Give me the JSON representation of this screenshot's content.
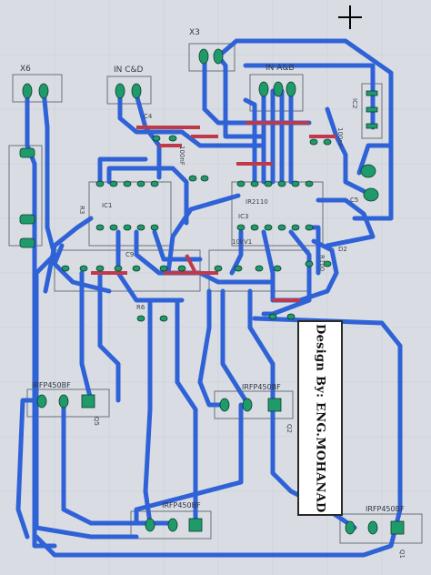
{
  "labels": {
    "x3": "X3",
    "x6": "X6",
    "in_cd": "IN C&D",
    "in_ab": "IN A&B",
    "ic2": "IC2",
    "ic1": "IC1",
    "ic3": "IC3",
    "ir2110": "IR2110",
    "cap_100nf": "100nF",
    "cap_100nf_2": "100nF",
    "c4": "C4",
    "c5": "C5",
    "c9": "C9",
    "r3": "R3",
    "r6": "R6",
    "d2": "D2",
    "r100": "R100",
    "r10kv1": "10kV1"
  },
  "mosfets": {
    "q_left": {
      "part": "IRFP450BF",
      "ref": "Q5"
    },
    "q_right": {
      "part": "IRFP450BF",
      "ref": "Q2"
    },
    "q_bottom": {
      "part": "IRFP450BF",
      "ref": ""
    },
    "q_corner": {
      "part": "IRFP450BF",
      "ref": "Q1"
    }
  },
  "credit": "Design By: ENG.MOHANAD",
  "colors": {
    "board": "#d9dde3",
    "trace": "#2f62d6",
    "trace_red": "#c0394b",
    "pad": "#1f9a6b",
    "pad_hole": "#0e3d2c",
    "silkscreen": "#6a6f78"
  }
}
